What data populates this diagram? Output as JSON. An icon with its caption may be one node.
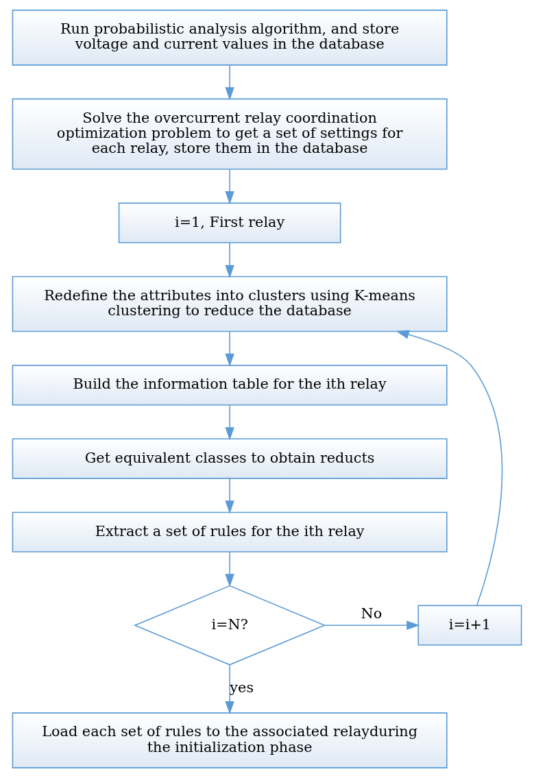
{
  "diagram": {
    "nodes": [
      {
        "text": [
          "Run probabilistic analysis algorithm, and store voltage and current values in the database"
        ]
      },
      {
        "text": [
          "Solve the overcurrent relay coordination optimization problem to get a set of settings for each relay, store them in the database"
        ]
      },
      {
        "text": [
          "i=1, First relay"
        ]
      },
      {
        "text": [
          "Redefine the attributes into clusters using K-means clustering to reduce the database"
        ]
      },
      {
        "text": [
          "Build the information table for the ith relay"
        ]
      },
      {
        "text": [
          "Get equivalent classes to obtain reducts"
        ]
      },
      {
        "text": [
          "Extract a set of rules for the ith relay"
        ]
      },
      {
        "text": [
          "i=N?"
        ]
      },
      {
        "text": [
          "i=i+1"
        ]
      },
      {
        "text": [
          "Load each set of rules to the associated relayduring the initialization phase"
        ]
      }
    ],
    "edges": [
      {
        "from": 0,
        "to": 1,
        "arrow": "to"
      },
      {
        "from": 1,
        "to": 2,
        "arrow": "to"
      },
      {
        "from": 2,
        "to": 3,
        "arrow": "to"
      },
      {
        "from": 3,
        "to": 4,
        "arrow": "to"
      },
      {
        "from": 4,
        "to": 5,
        "arrow": "to"
      },
      {
        "from": 5,
        "to": 6,
        "arrow": "to"
      },
      {
        "from": 6,
        "to": 7,
        "arrow": "to"
      },
      {
        "from": 7,
        "to": 8,
        "arrow": "to",
        "label": "No"
      },
      {
        "from": 8,
        "to": 3,
        "arrow": "to"
      },
      {
        "from": 7,
        "to": 9,
        "arrow": "to",
        "label": "yes"
      }
    ]
  }
}
